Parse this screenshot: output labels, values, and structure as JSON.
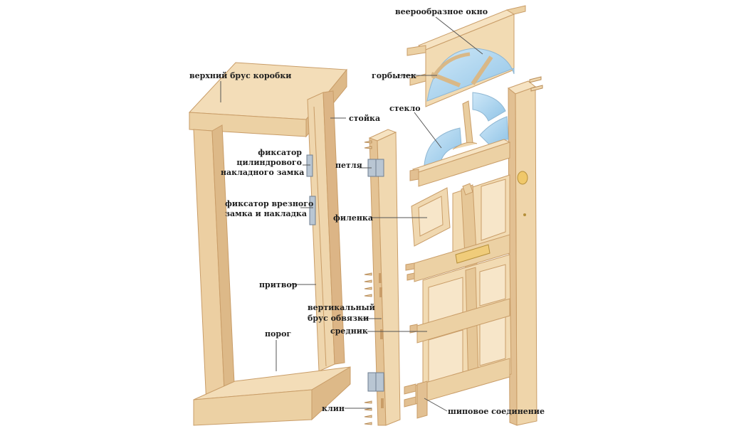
{
  "labels": {
    "fan_window": "веерообразное окно",
    "top_rail": "верхний брус коробки",
    "glazing_bar": "горбылек",
    "jamb": "стойка",
    "glass": "стекло",
    "cyl_keeper_1": "фиксатор",
    "cyl_keeper_2": "цилиндрового",
    "cyl_keeper_3": "накладного замка",
    "hinge": "петля",
    "mortise_keeper_1": "фиксатор врезного",
    "mortise_keeper_2": "замка и накладка",
    "panel": "филенка",
    "rebate": "притвор",
    "stile_1": "вертикальный",
    "stile_2": "брус обвязки",
    "sill": "порог",
    "mullion": "средник",
    "wedges": "клин",
    "tenon_joint": "шиповое соединение"
  },
  "colors": {
    "wood_light": "#f6e3c2",
    "wood_mid": "#ecd2a6",
    "wood_dark": "#ddb988",
    "wood_edge": "#c99d68",
    "glass": "#a9d3ee",
    "hinge": "#a9b8c8",
    "brass": "#e7c36a",
    "leader": "#555555"
  }
}
